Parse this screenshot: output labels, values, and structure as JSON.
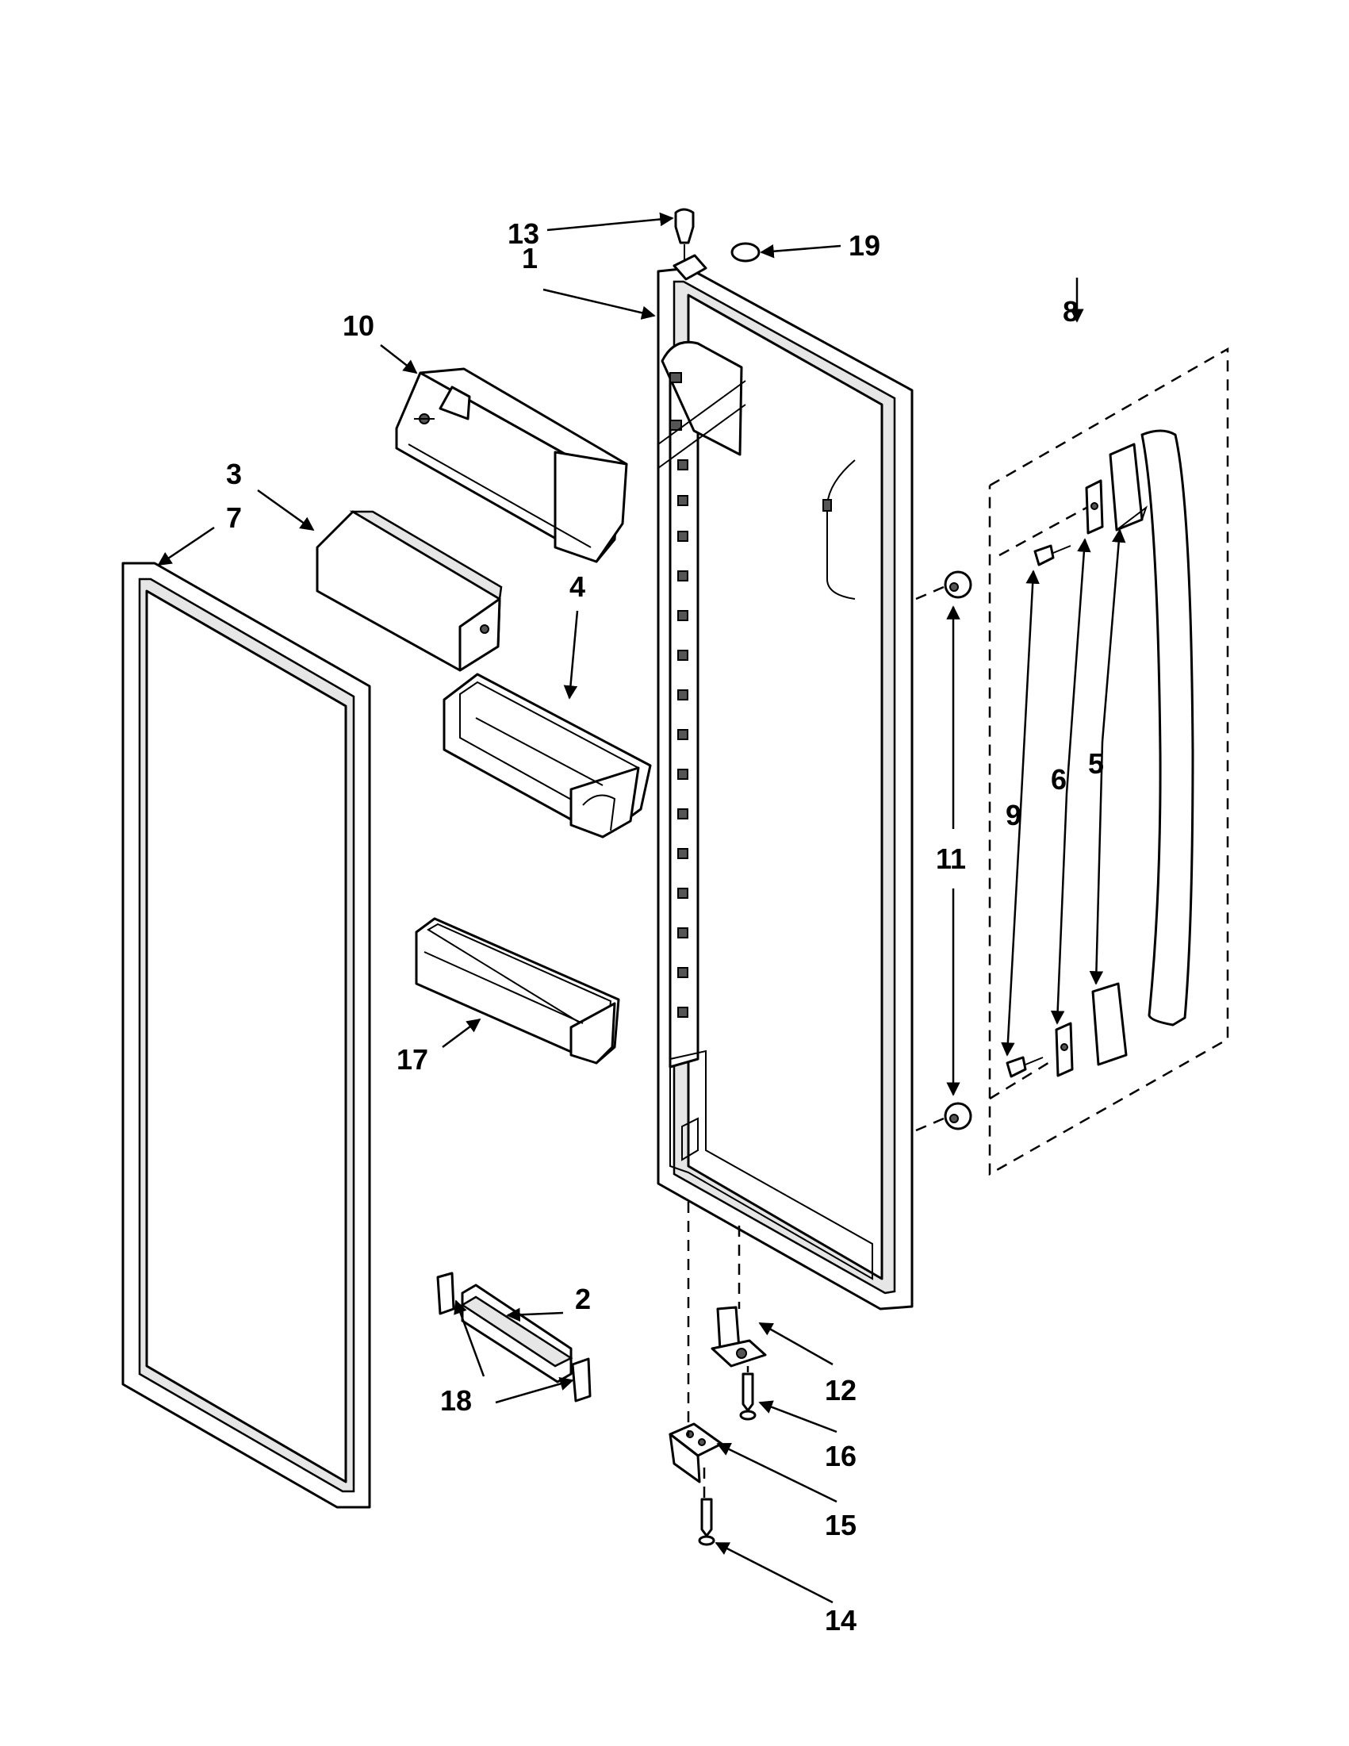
{
  "callouts": {
    "c1": "1",
    "c2": "2",
    "c3": "3",
    "c4": "4",
    "c5": "5",
    "c6": "6",
    "c7": "7",
    "c8": "8",
    "c9": "9",
    "c10": "10",
    "c11": "11",
    "c12": "12",
    "c13": "13",
    "c14": "14",
    "c15": "15",
    "c16": "16",
    "c17": "17",
    "c18": "18",
    "c19": "19"
  },
  "colors": {
    "line": "#000000",
    "background": "#ffffff",
    "shading": "#e6e6e6"
  }
}
